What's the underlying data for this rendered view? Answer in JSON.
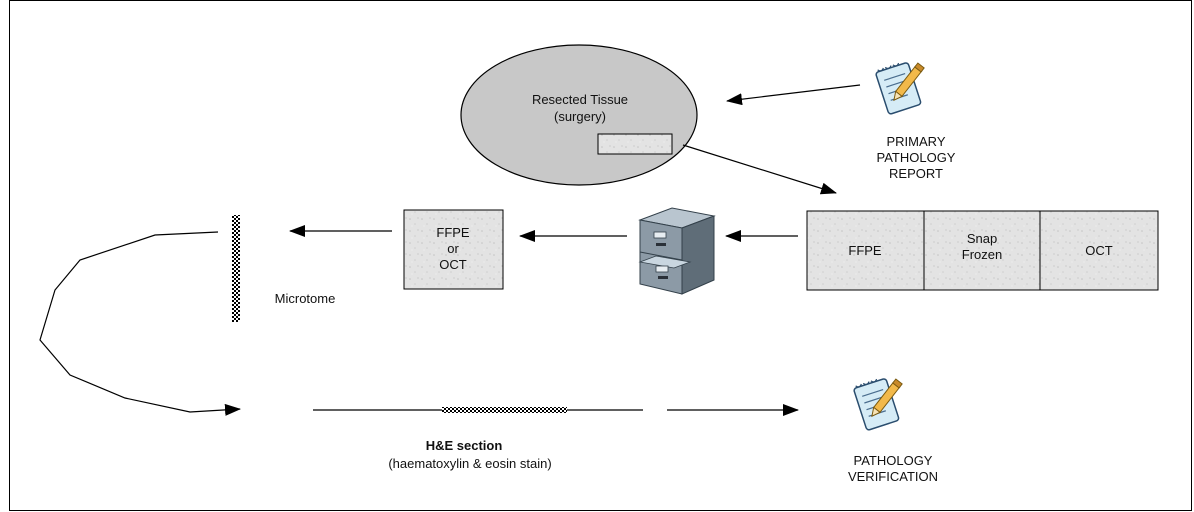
{
  "resected_tissue": {
    "line1": "Resected Tissue",
    "line2": "(surgery)"
  },
  "primary_report": {
    "line1": "PRIMARY",
    "line2": "PATHOLOGY",
    "line3": "REPORT"
  },
  "blocks": {
    "left": "FFPE",
    "middle_line1": "Snap",
    "middle_line2": "Frozen",
    "right": "OCT"
  },
  "selected_block": {
    "line1": "FFPE",
    "line2": "or",
    "line3": "OCT"
  },
  "microtome_label": "Microtome",
  "he_section": {
    "title": "H&E section",
    "subtitle": "(haematoxylin & eosin stain)"
  },
  "verification": {
    "line1": "PATHOLOGY",
    "line2": "VERIFICATION"
  },
  "icons": {
    "report": "report-with-pen-icon",
    "cabinet": "filing-cabinet-icon"
  },
  "colors": {
    "ellipse_fill": "#c8c8c8",
    "box_fill": "#e2e2e2",
    "stroke": "#000000",
    "cabinet_body": "#8c9aa6",
    "paper": "#d6ecf6",
    "pen": "#f2b94a"
  }
}
